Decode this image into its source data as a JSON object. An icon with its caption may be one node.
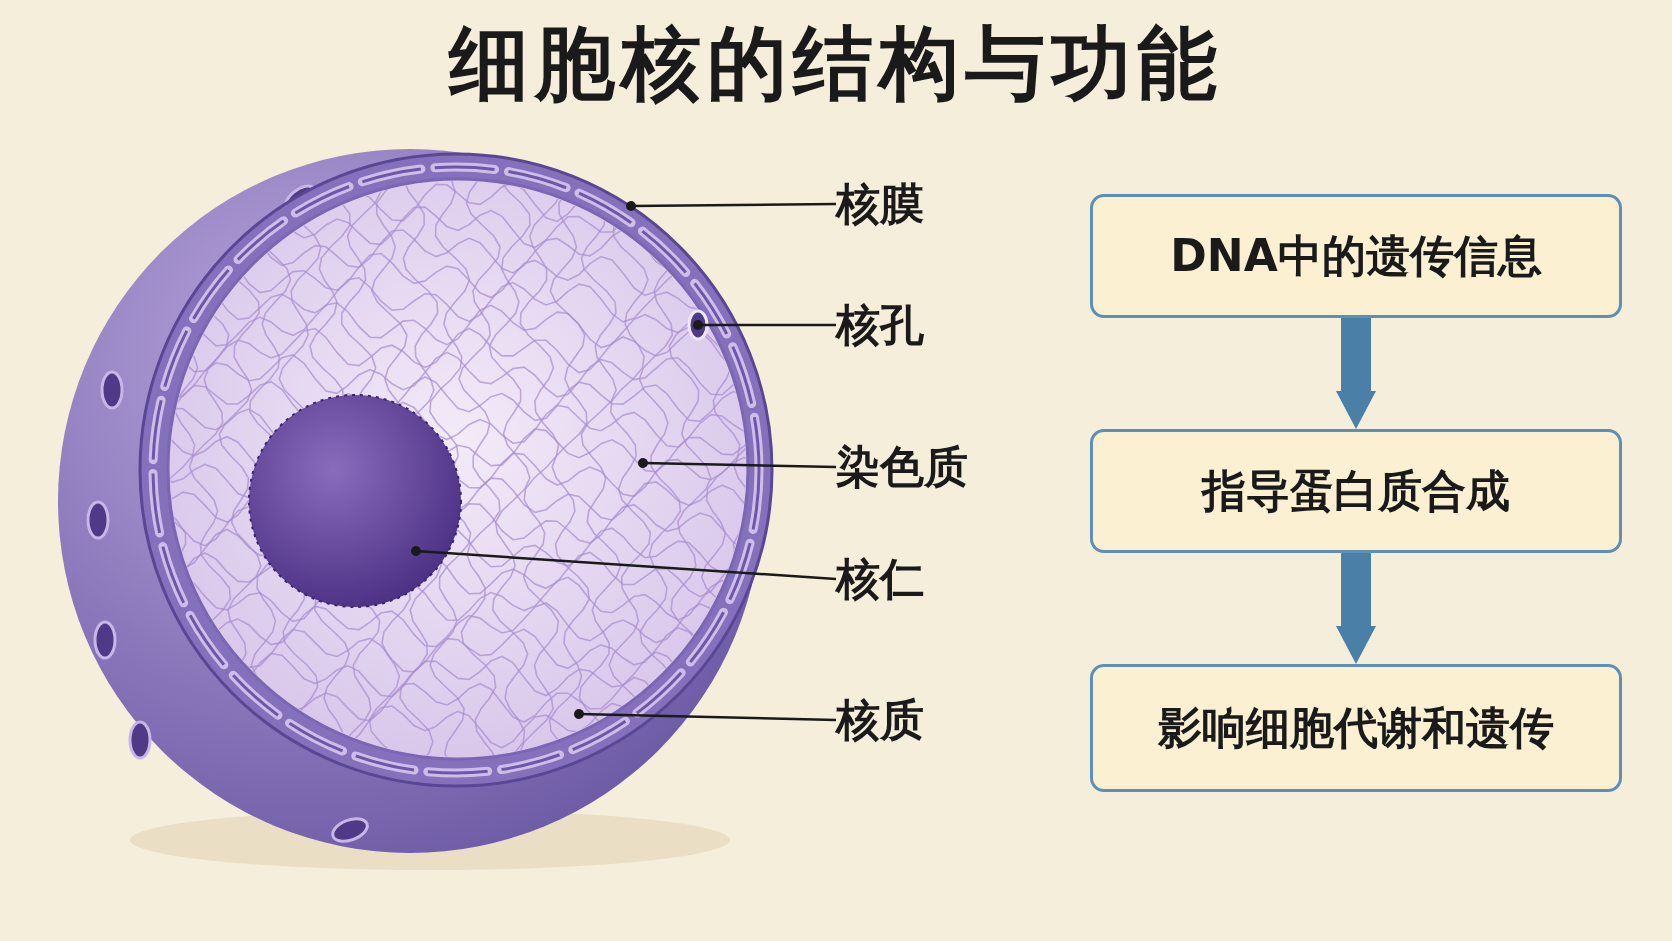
{
  "diagram": {
    "title": "细胞核的结构与功能",
    "nodes": [
      {
        "text": [
          "核膜"
        ]
      },
      {
        "text": [
          "核孔"
        ]
      },
      {
        "text": [
          "染色质"
        ]
      },
      {
        "text": [
          "核仁"
        ]
      },
      {
        "text": [
          "核质"
        ]
      },
      {
        "text": [
          "DNA中的遗传信息"
        ]
      },
      {
        "text": [
          "指导蛋白质合成"
        ]
      },
      {
        "text": [
          "影响细胞代谢和遗传"
        ]
      }
    ],
    "edges": [
      {
        "from": 0,
        "to": null,
        "arrow": "other"
      },
      {
        "from": 1,
        "to": null,
        "arrow": "other"
      },
      {
        "from": 2,
        "to": null,
        "arrow": "other"
      },
      {
        "from": 3,
        "to": null,
        "arrow": "other"
      },
      {
        "from": 4,
        "to": null,
        "arrow": "other"
      },
      {
        "from": 5,
        "to": 6,
        "arrow": "to",
        "style": "thick",
        "color": "#4a7fa8"
      },
      {
        "from": 6,
        "to": 7,
        "arrow": "to",
        "style": "thick",
        "color": "#4a7fa8"
      }
    ]
  }
}
